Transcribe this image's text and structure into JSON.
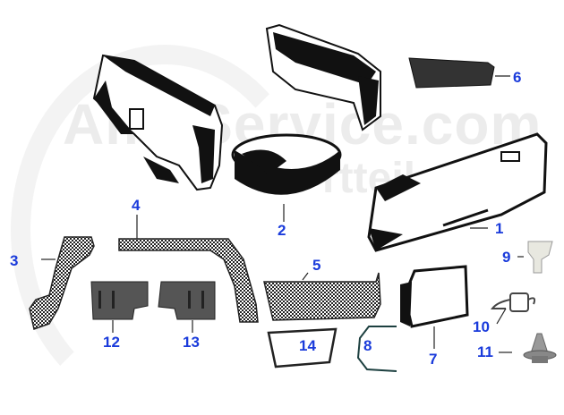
{
  "watermark": {
    "line1": "Alfa-Service.com",
    "line2": "rtteile"
  },
  "colors": {
    "label": "#1a3bdb",
    "part_dark": "#111111",
    "part_gray": "#4a4a4a",
    "checker": "#222222"
  },
  "callouts": [
    {
      "number": "1",
      "part": "door-panel-large"
    },
    {
      "number": "2",
      "part": "spare-wheel-well"
    },
    {
      "number": "3",
      "part": "rear-wheel-arch-section"
    },
    {
      "number": "4",
      "part": "wheel-arch-strip"
    },
    {
      "number": "5",
      "part": "sill-panel"
    },
    {
      "number": "6",
      "part": "small-corner-panel"
    },
    {
      "number": "7",
      "part": "headlight-bucket"
    },
    {
      "number": "8",
      "part": "bracket-wire"
    },
    {
      "number": "9",
      "part": "rubber-buffer"
    },
    {
      "number": "10",
      "part": "tension-spring"
    },
    {
      "number": "11",
      "part": "rubber-grommet"
    },
    {
      "number": "12",
      "part": "jack-mount-left"
    },
    {
      "number": "13",
      "part": "jack-mount-right"
    },
    {
      "number": "14",
      "part": "frame-gasket"
    }
  ]
}
